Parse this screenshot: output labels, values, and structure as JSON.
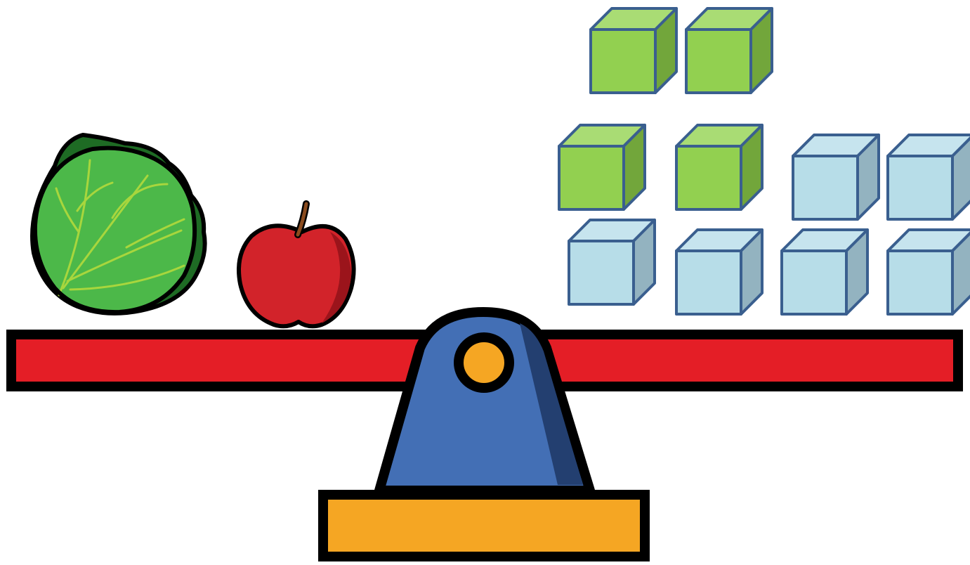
{
  "scene": {
    "left_pan": {
      "items": [
        {
          "icon": "cabbage-icon"
        },
        {
          "icon": "apple-icon"
        }
      ]
    },
    "right_pan": {
      "green_cubes": {
        "count": 4,
        "icon": "green-cube-icon"
      },
      "blue_cubes": {
        "count": 6,
        "icon": "blue-cube-icon"
      }
    },
    "balance": {
      "state": "level"
    }
  },
  "colors": {
    "beam": "#e41e26",
    "fulcrum": "#436fb5",
    "fulcrum_shade": "#233f70",
    "pivot": "#f5a623",
    "base": "#f5a623",
    "outline": "#000000",
    "cabbage": "#4cb849",
    "cabbage_dark": "#1e6b24",
    "cabbage_vein": "#a8d63d",
    "apple": "#d2232a",
    "apple_dark": "#9b141b",
    "apple_stem": "#8a4b1e",
    "green_cube_front": "#92d050",
    "green_cube_top": "#a9dc74",
    "green_cube_side": "#72a63b",
    "blue_cube_front": "#b7dde8",
    "blue_cube_top": "#c6e4ee",
    "blue_cube_side": "#93b3c0",
    "cube_edge": "#3a5f8f"
  }
}
